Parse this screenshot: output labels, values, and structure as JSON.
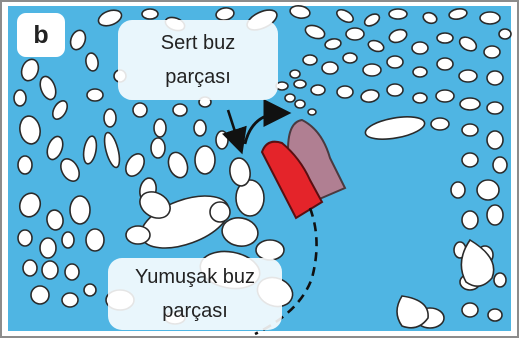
{
  "panel_label": "b",
  "labels": {
    "hard_ice_line1": "Sert buz",
    "hard_ice_line2": "parçası",
    "soft_ice_line1": "Yumuşak buz",
    "soft_ice_line2": "parçası"
  },
  "colors": {
    "water": "#4fb5e3",
    "ice": "#ffffff",
    "ice_outline": "#2a2a2a",
    "frame": "#8c8c8c",
    "ship_red": "#e4242a",
    "ship_mauve": "#b07f92",
    "arrow": "#111111"
  },
  "icons": {
    "path_arrow": "curved-arrow-icon",
    "pointer": "down-arrow-icon",
    "ship_path": "dashed-track-icon"
  }
}
